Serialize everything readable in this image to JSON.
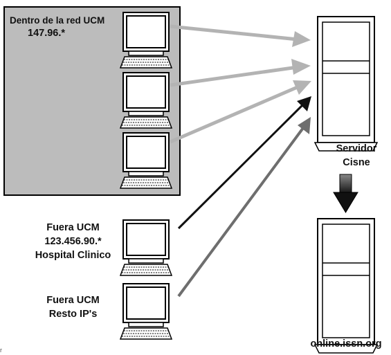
{
  "network_zone": {
    "title": "Dentro de la red UCM",
    "ip_range": "147.96.*"
  },
  "external_hosts": [
    {
      "lines": [
        "Fuera UCM",
        "123.456.90.*",
        "Hospital Clinico"
      ]
    },
    {
      "lines": [
        "Fuera UCM",
        "Resto IP's"
      ]
    }
  ],
  "servers": [
    {
      "label_lines": [
        "Servidor",
        "Cisne"
      ]
    },
    {
      "label_lines": [
        "online.issn.org"
      ]
    }
  ],
  "stray_mark": "r",
  "icons": [
    "computer-icon",
    "server-icon"
  ],
  "colors": {
    "zone_fill": "#bcbcbc",
    "internal_arrow": "#b3b3b3",
    "hospital_arrow": "#111111",
    "other_ip_arrow": "#6e6e6e"
  }
}
